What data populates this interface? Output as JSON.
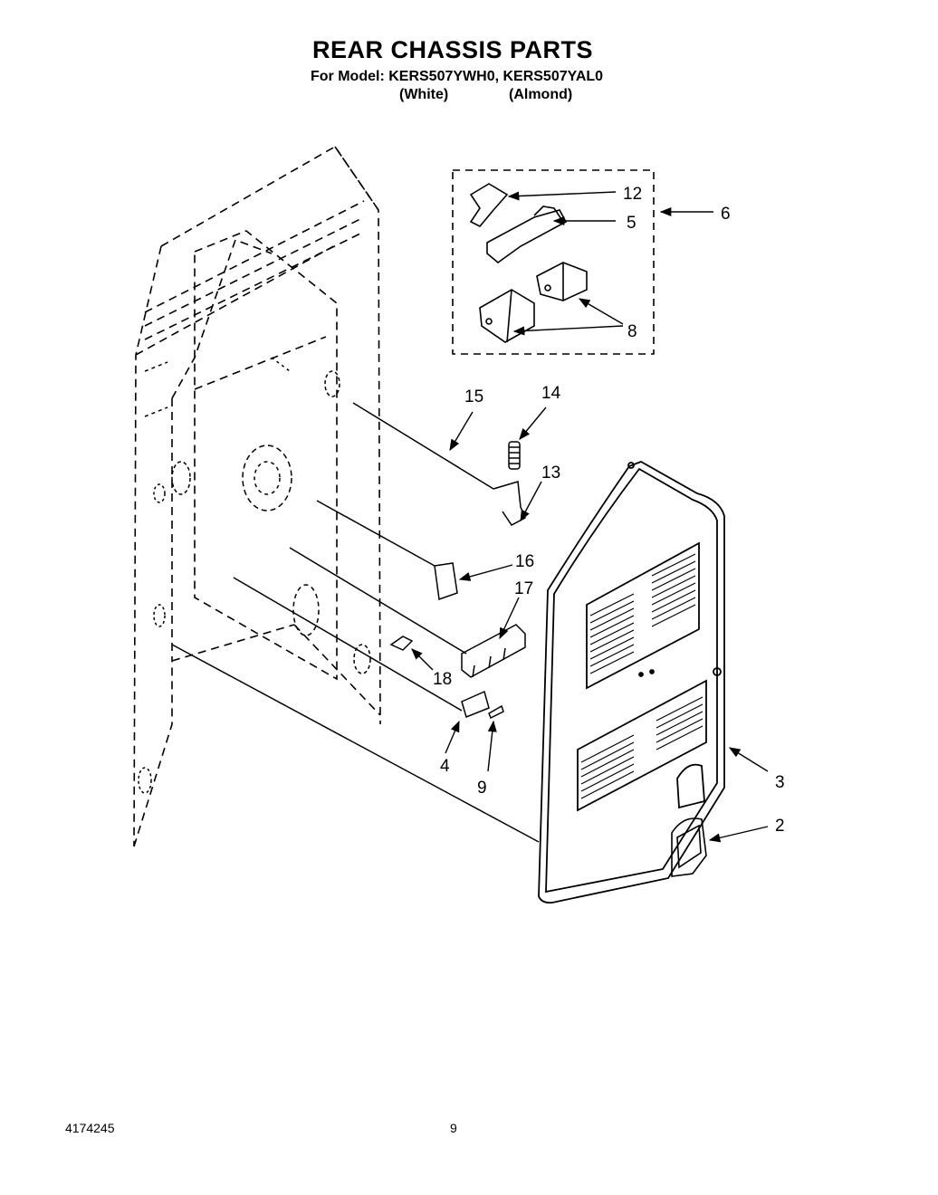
{
  "header": {
    "title": "REAR CHASSIS PARTS",
    "model_line": "For Model: KERS507YWH0, KERS507YAL0",
    "variant_white": "(White)",
    "variant_almond": "(Almond)"
  },
  "callouts": {
    "c12": "12",
    "c5": "5",
    "c6": "6",
    "c8": "8",
    "c15": "15",
    "c14": "14",
    "c13": "13",
    "c16": "16",
    "c17": "17",
    "c18": "18",
    "c4": "4",
    "c9": "9",
    "c3": "3",
    "c2": "2"
  },
  "footer": {
    "doc_number": "4174245",
    "page_number": "9"
  }
}
